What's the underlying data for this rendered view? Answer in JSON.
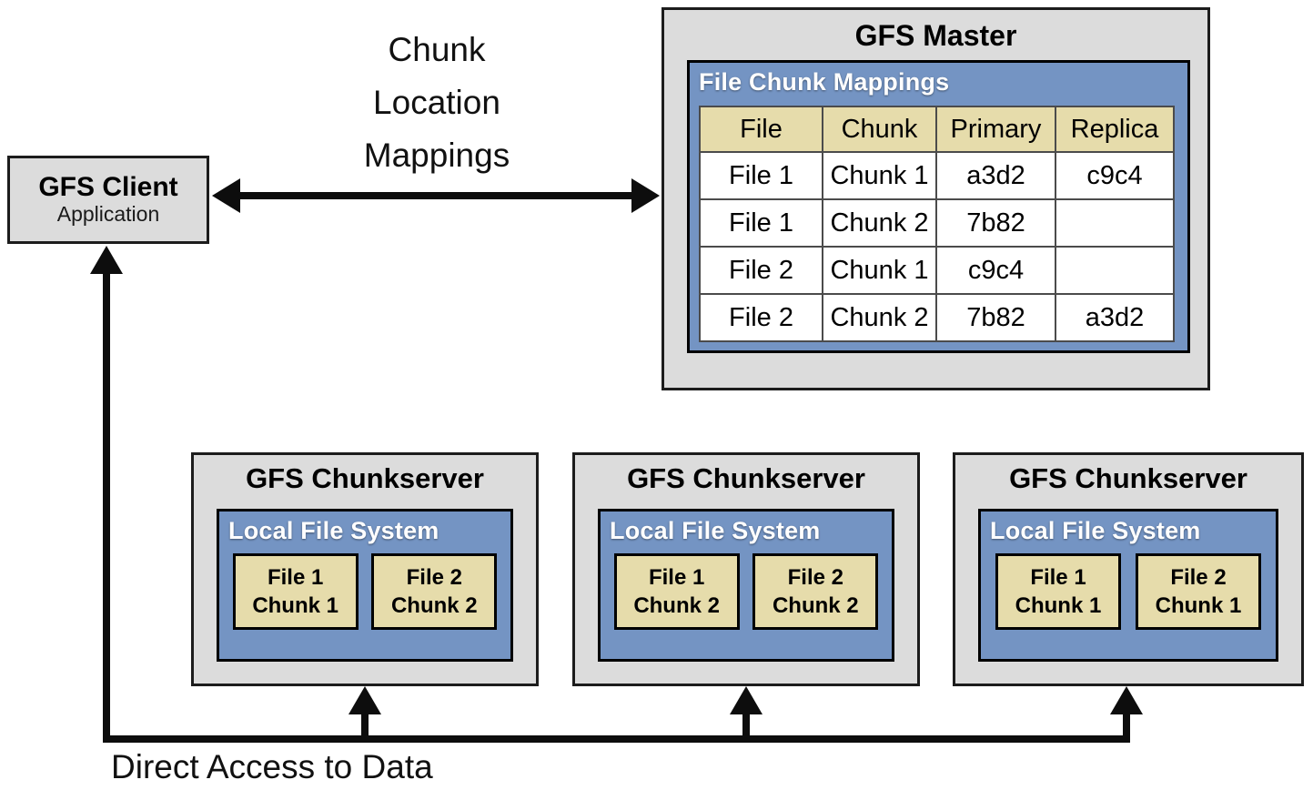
{
  "diagram": {
    "client": {
      "title": "GFS Client",
      "subtitle": "Application"
    },
    "link_label": {
      "lines": [
        "Chunk",
        "Location",
        "Mappings"
      ]
    },
    "master": {
      "title": "GFS Master",
      "panel_title": "File Chunk Mappings",
      "table": {
        "headers": [
          "File",
          "Chunk",
          "Primary",
          "Replica"
        ],
        "rows": [
          [
            "File 1",
            "Chunk 1",
            "a3d2",
            "c9c4"
          ],
          [
            "File 1",
            "Chunk 2",
            "7b82",
            ""
          ],
          [
            "File 2",
            "Chunk 1",
            "c9c4",
            ""
          ],
          [
            "File 2",
            "Chunk 2",
            "7b82",
            "a3d2"
          ]
        ]
      }
    },
    "chunkservers": [
      {
        "title": "GFS Chunkserver",
        "panel_title": "Local File System",
        "chunks": [
          {
            "line1": "File 1",
            "line2": "Chunk 1"
          },
          {
            "line1": "File 2",
            "line2": "Chunk 2"
          }
        ]
      },
      {
        "title": "GFS Chunkserver",
        "panel_title": "Local File System",
        "chunks": [
          {
            "line1": "File 1",
            "line2": "Chunk 2"
          },
          {
            "line1": "File 2",
            "line2": "Chunk 2"
          }
        ]
      },
      {
        "title": "GFS Chunkserver",
        "panel_title": "Local File System",
        "chunks": [
          {
            "line1": "File 1",
            "line2": "Chunk 1"
          },
          {
            "line1": "File 2",
            "line2": "Chunk 1"
          }
        ]
      }
    ],
    "bottom_label": "Direct Access to Data",
    "colors": {
      "box_gray": "#dcdcdc",
      "panel_blue": "#7494c3",
      "cell_tan": "#e6dcab",
      "line_black": "#0d0d0d"
    }
  }
}
